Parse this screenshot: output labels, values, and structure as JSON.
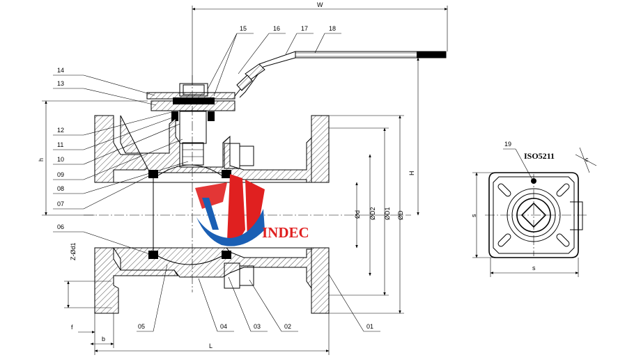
{
  "drawing": {
    "brand_text": "INDEC",
    "standard_label": "ISO5211",
    "dimensions": {
      "W": "W",
      "H": "H",
      "h": "h",
      "L": "L",
      "f": "f",
      "b": "b",
      "d": "Ød",
      "D2": "ØD2",
      "D1": "ØD1",
      "D": "ØD",
      "Zd1": "Z-Ød1",
      "s_vertical": "s",
      "s_horizontal": "s",
      "c": "c"
    },
    "part_numbers": {
      "p01": "01",
      "p02": "02",
      "p03": "03",
      "p04": "04",
      "p05": "05",
      "p06": "06",
      "p07": "07",
      "p08": "08",
      "p09": "09",
      "p10": "10",
      "p11": "11",
      "p12": "12",
      "p13": "13",
      "p14": "14",
      "p15": "15",
      "p16": "16",
      "p17": "17",
      "p18": "18",
      "p19": "19"
    }
  },
  "colors": {
    "line": "#000000",
    "logo_red": "#e02020",
    "logo_blue": "#1a5fb4"
  }
}
